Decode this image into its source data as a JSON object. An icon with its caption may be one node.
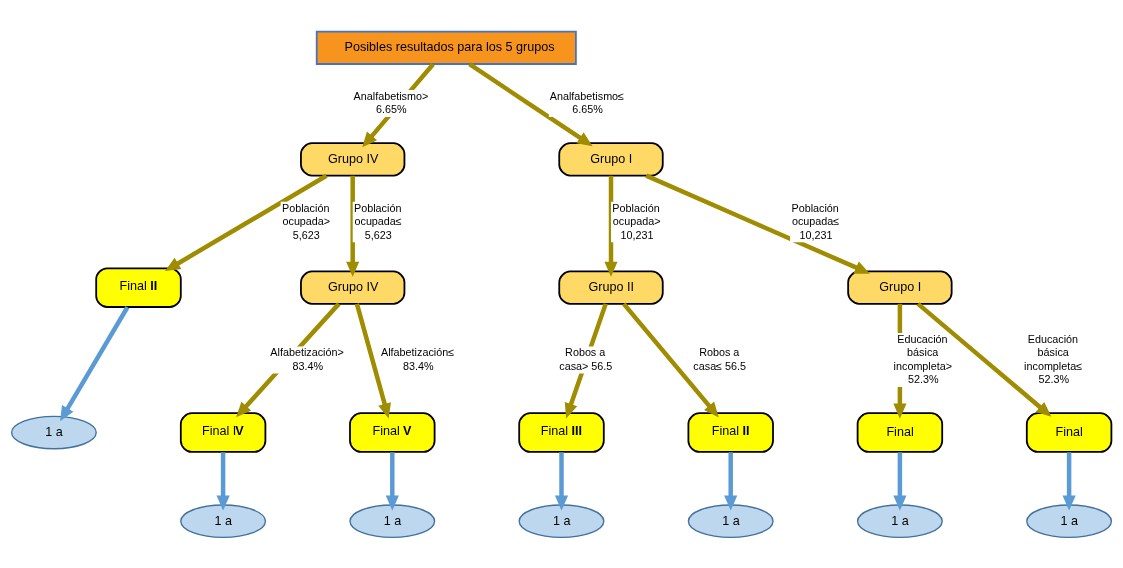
{
  "diagram": {
    "nodes": [
      {
        "text": [
          "Posibles resultados para los 5 grupos"
        ]
      },
      {
        "text": [
          "Grupo IV"
        ]
      },
      {
        "text": [
          "Grupo I"
        ]
      },
      {
        "text": [
          "Final **II**"
        ]
      },
      {
        "text": [
          "Grupo IV"
        ]
      },
      {
        "text": [
          "Grupo II"
        ]
      },
      {
        "text": [
          "Grupo I"
        ]
      },
      {
        "text": [
          "Final I**V**"
        ]
      },
      {
        "text": [
          "Final **V**"
        ]
      },
      {
        "text": [
          "Final **III**"
        ]
      },
      {
        "text": [
          "Final **II**"
        ]
      },
      {
        "text": [
          "Final"
        ]
      },
      {
        "text": [
          "Final"
        ]
      },
      {
        "text": [
          "1 a"
        ]
      },
      {
        "text": [
          "1 a"
        ]
      },
      {
        "text": [
          "1 a"
        ]
      },
      {
        "text": [
          "1 a"
        ]
      },
      {
        "text": [
          "1 a"
        ]
      },
      {
        "text": [
          "1 a"
        ]
      },
      {
        "text": [
          "1 a"
        ]
      }
    ],
    "edges": [
      {
        "from": 0,
        "to": 1,
        "arrow": "to",
        "label": "Analfabetismo> 6.65%"
      },
      {
        "from": 0,
        "to": 2,
        "arrow": "to",
        "label": "Analfabetismo≤ 6.65%"
      },
      {
        "from": 1,
        "to": 3,
        "arrow": "to",
        "label": "Población ocupada> 5,623"
      },
      {
        "from": 1,
        "to": 4,
        "arrow": "to",
        "label": "Población ocupada≤ 5,623"
      },
      {
        "from": 2,
        "to": 5,
        "arrow": "to",
        "label": "Población ocupada> 10,231"
      },
      {
        "from": 2,
        "to": 6,
        "arrow": "to",
        "label": "Población ocupada≤ 10,231"
      },
      {
        "from": 4,
        "to": 7,
        "arrow": "to",
        "label": "Alfabetización> 83.4%"
      },
      {
        "from": 4,
        "to": 8,
        "arrow": "to",
        "label": "Alfabetización≤ 83.4%"
      },
      {
        "from": 5,
        "to": 9,
        "arrow": "to",
        "label": "Robos a casa> 56.5"
      },
      {
        "from": 5,
        "to": 10,
        "arrow": "to",
        "label": "Robos a casa≤ 56.5"
      },
      {
        "from": 6,
        "to": 11,
        "arrow": "to",
        "label": "Educación básica incompleta> 52.3%"
      },
      {
        "from": 6,
        "to": 12,
        "arrow": "to",
        "label": "Educación básica incompleta≤ 52.3%"
      },
      {
        "from": 3,
        "to": 13,
        "arrow": "to",
        "color": "#5b9bd5"
      },
      {
        "from": 7,
        "to": 14,
        "arrow": "to",
        "color": "#5b9bd5"
      },
      {
        "from": 8,
        "to": 15,
        "arrow": "to",
        "color": "#5b9bd5"
      },
      {
        "from": 9,
        "to": 16,
        "arrow": "to",
        "color": "#5b9bd5"
      },
      {
        "from": 10,
        "to": 17,
        "arrow": "to",
        "color": "#5b9bd5"
      },
      {
        "from": 11,
        "to": 18,
        "arrow": "to",
        "color": "#5b9bd5"
      },
      {
        "from": 12,
        "to": 19,
        "arrow": "to",
        "color": "#5b9bd5"
      }
    ]
  }
}
